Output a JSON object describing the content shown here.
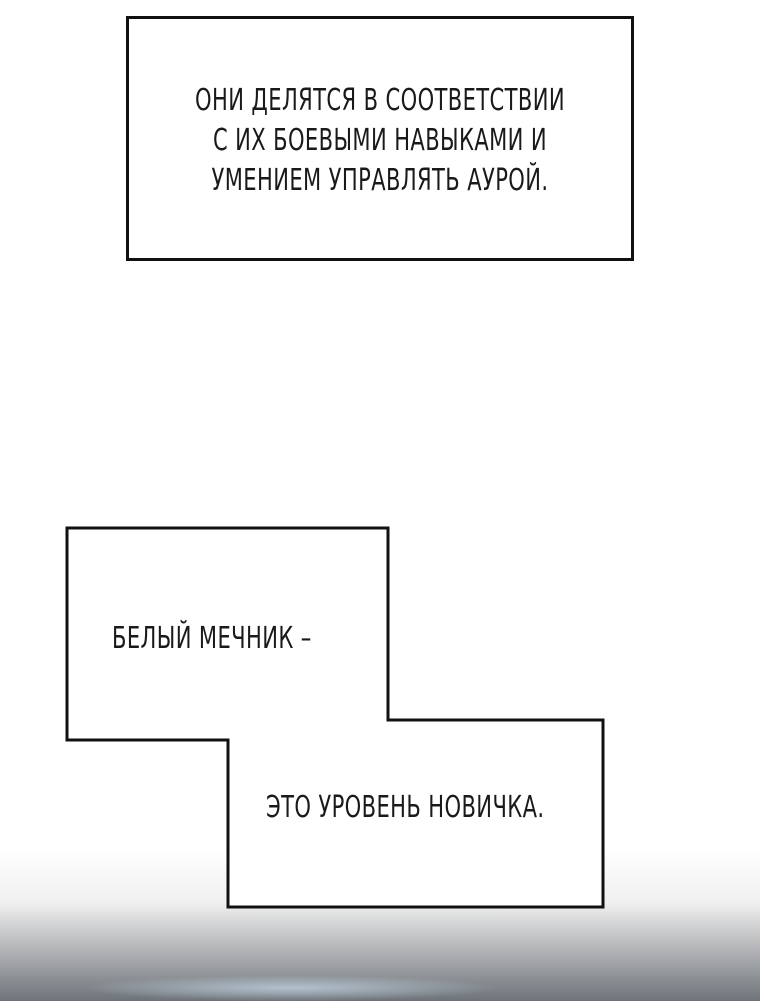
{
  "caption_top": {
    "lines": [
      "ОНИ ДЕЛЯТСЯ В СООТВЕТСТВИИ",
      "С ИХ БОЕВЫМИ НАВЫКАМИ И",
      "УМЕНИЕМ УПРАВЛЯТЬ АУРОЙ."
    ]
  },
  "caption_stepped": {
    "part1": "БЕЛЫЙ МЕЧНИК –",
    "part2": "ЭТО УРОВЕНЬ НОВИЧКА."
  },
  "colors": {
    "background": "#ffffff",
    "border": "#111111",
    "text": "#1a1a1a"
  }
}
